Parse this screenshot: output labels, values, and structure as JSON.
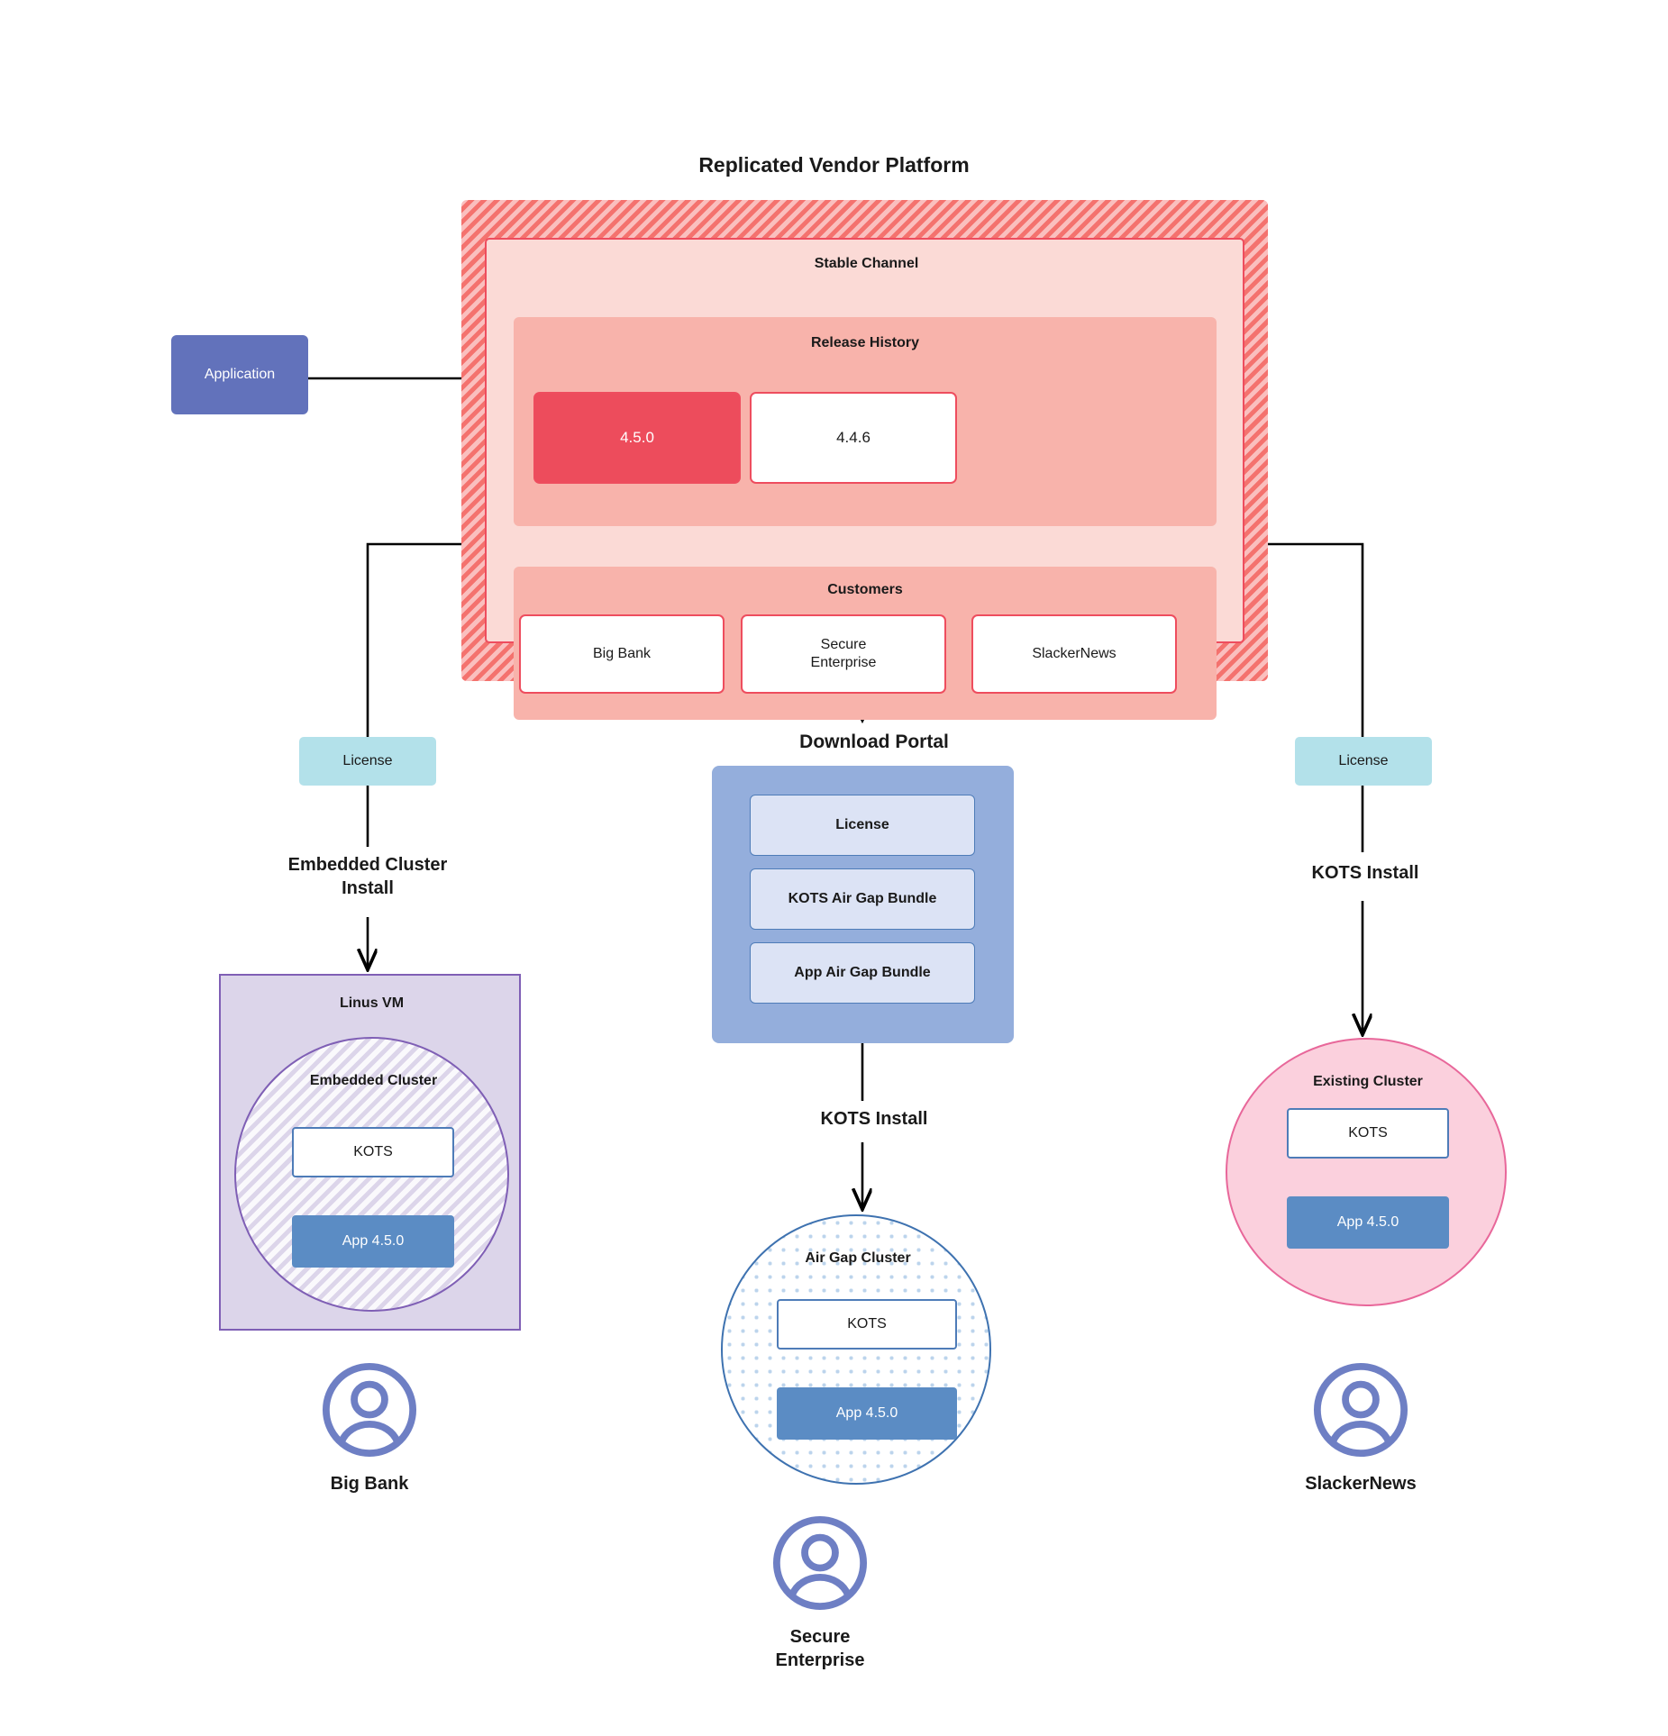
{
  "diagram": {
    "title": "Replicated Vendor Platform"
  },
  "application": {
    "label": "Application"
  },
  "platform": {
    "channel": {
      "label": "Stable Channel",
      "release_history": {
        "label": "Release History",
        "releases": [
          {
            "version": "4.5.0",
            "state": "current"
          },
          {
            "version": "4.4.6",
            "state": "previous"
          }
        ]
      },
      "customers": {
        "label": "Customers",
        "items": [
          {
            "name": "Big Bank"
          },
          {
            "name": "Secure\nEnterprise"
          },
          {
            "name": "SlackerNews"
          }
        ]
      }
    }
  },
  "licenses": {
    "left_label": "License",
    "right_label": "License"
  },
  "flows": {
    "embedded_install": "Embedded Cluster\nInstall",
    "kots_install_right": "KOTS Install",
    "kots_install_middle": "KOTS Install"
  },
  "download_portal": {
    "title": "Download  Portal",
    "items": [
      {
        "label": "License"
      },
      {
        "label": "KOTS Air Gap Bundle"
      },
      {
        "label": "App Air Gap Bundle"
      }
    ]
  },
  "linux_vm": {
    "label": "Linus VM",
    "embedded_cluster": {
      "label": "Embedded Cluster",
      "kots": "KOTS",
      "app": "App 4.5.0"
    }
  },
  "air_gap_cluster": {
    "label": "Air Gap Cluster",
    "kots": "KOTS",
    "app": "App 4.5.0"
  },
  "existing_cluster": {
    "label": "Existing Cluster",
    "kots": "KOTS",
    "app": "App 4.5.0"
  },
  "customers_bottom": [
    {
      "name": "Big Bank"
    },
    {
      "name": "Secure\nEnterprise"
    },
    {
      "name": "SlackerNews"
    }
  ],
  "colors": {
    "platform_hatch": "#F4726E",
    "channel_bg": "#FBDAD6",
    "group_bg": "#F8B3AB",
    "release_current": "#ED4C5C",
    "border_red": "#EE4D5E",
    "application": "#6272BB",
    "license": "#B3E1EA",
    "portal": "#94AEDC",
    "portal_item": "#DCE3F5",
    "app_blue": "#5B8CC4",
    "kots_border": "#4E7CB8",
    "vm_purple": "#DCD5EA",
    "vm_border": "#7F5FB5",
    "existing_pink": "#FBD0DD",
    "existing_border": "#E8679A",
    "airgap_border": "#3E72B0",
    "avatar": "#6E7FC4"
  }
}
